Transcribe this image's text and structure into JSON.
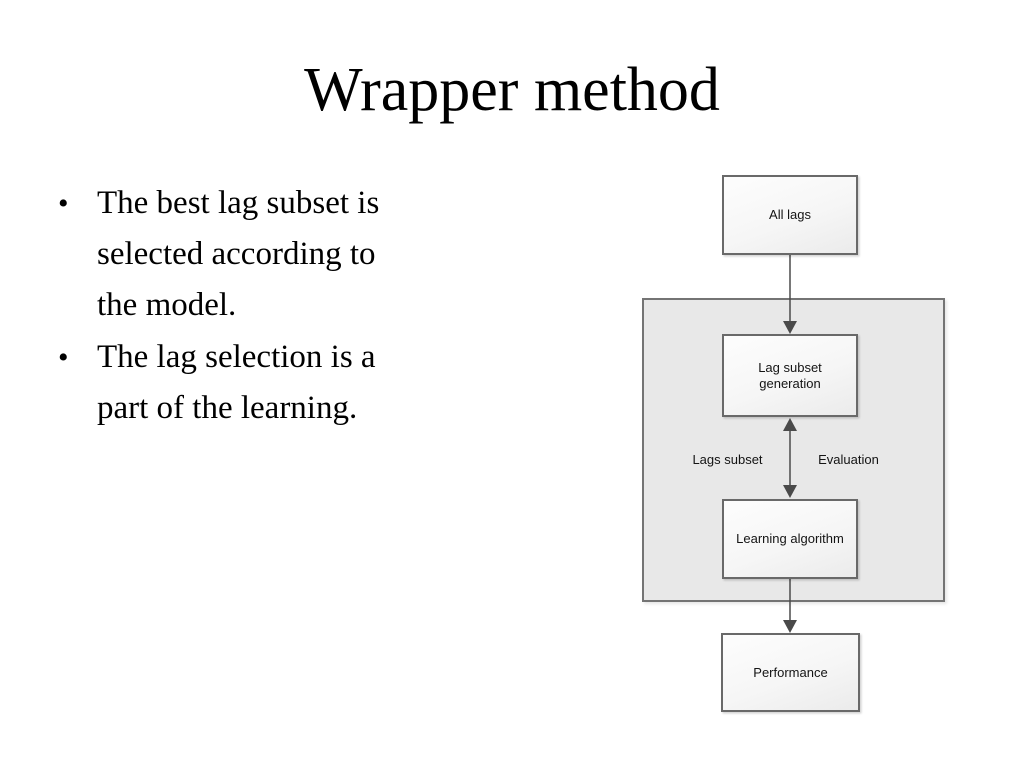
{
  "slide": {
    "title": "Wrapper method",
    "bullet_marker": "•",
    "bullets": [
      {
        "lines": [
          "The best lag subset is",
          "selected according to",
          "the model."
        ]
      },
      {
        "lines": [
          "The lag selection is a",
          "part of the learning."
        ]
      }
    ]
  },
  "diagram": {
    "nodes": {
      "all_lags": "All lags",
      "lag_subset_generation_line1": "Lag subset",
      "lag_subset_generation_line2": "generation",
      "learning_algorithm": "Learning algorithm",
      "performance": "Performance"
    },
    "edge_labels": {
      "left": "Lags subset",
      "right": "Evaluation"
    },
    "colors": {
      "container_fill": "#e8e8e8",
      "container_border": "#747474",
      "node_border": "#696969",
      "node_fill": "#f6f6f6",
      "arrow": "#4a4a4a",
      "text": "#141414"
    }
  }
}
